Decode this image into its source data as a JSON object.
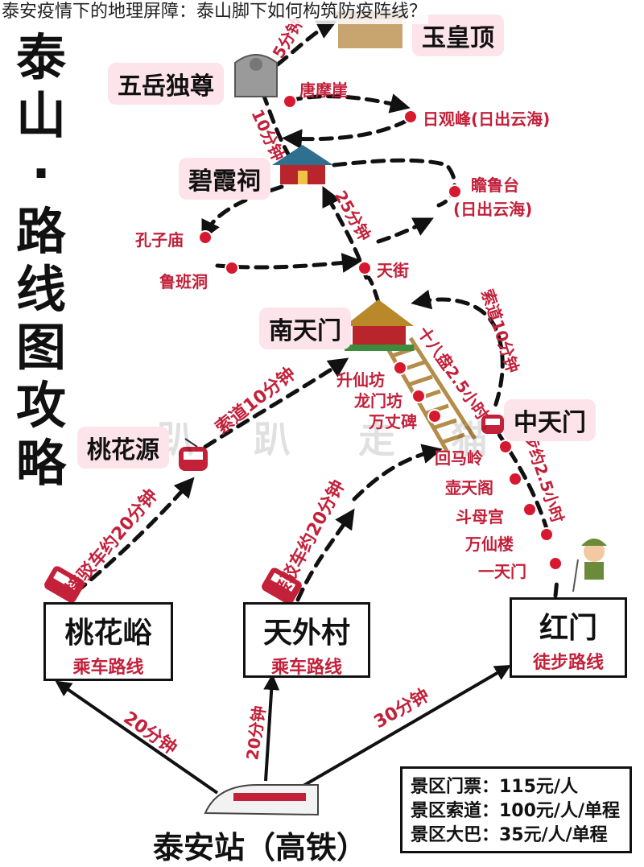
{
  "caption": "泰安疫情下的地理屏障：泰山脚下如何构筑防疫阵线？",
  "map_title": "泰山·路线图攻略",
  "watermark": [
    "趴",
    "趴",
    "走",
    "猫"
  ],
  "peaks": {
    "yuhuangding": "玉皇顶",
    "wuyue": "五岳独尊",
    "bixia": "碧霞祠",
    "nantianmen": "南天门",
    "zhongtianmen": "中天门",
    "taohuayuan": "桃花源"
  },
  "spots": {
    "tangmoya": "唐摩崖",
    "riguanfeng": "日观峰(日出云海)",
    "zhanlutai_1": "瞻鲁台",
    "zhanlutai_2": "(日出云海)",
    "kongzimiao": "孔子庙",
    "lubandong": "鲁班洞",
    "tianjie": "天街",
    "shengxianfang": "升仙坊",
    "longmenfang": "龙门坊",
    "wanzhangbei": "万丈碑",
    "huimaling": "回马岭",
    "hutiange": "壶天阁",
    "doumugong": "斗母宫",
    "wanxianlou": "万仙楼",
    "yitianmen": "一天门"
  },
  "route_labels": {
    "min5": "5分钟",
    "min10": "10分钟",
    "min25": "25分钟",
    "shiba_pan": "十八盘2.5小时",
    "suodao_right": "索道10分钟",
    "suodao_left": "索道10分钟",
    "shuttle_left": "接驳车约20分钟",
    "shuttle_mid": "接驳车约20分钟",
    "walk": "徒步约2.5小时",
    "to_left": "20分钟",
    "to_mid": "20分钟",
    "to_right": "30分钟"
  },
  "entrances": [
    {
      "name": "桃花峪",
      "route": "乘车路线"
    },
    {
      "name": "天外村",
      "route": "乘车路线"
    },
    {
      "name": "红门",
      "route": "徒步路线"
    }
  ],
  "prices": [
    "景区门票：115元/人",
    "景区索道：100元/人/单程",
    "景区大巴：35元/人/单程"
  ],
  "station": "泰安站（高铁）",
  "colors": {
    "red": "#c3203a",
    "pink": "#fde3ea",
    "black": "#111111"
  }
}
